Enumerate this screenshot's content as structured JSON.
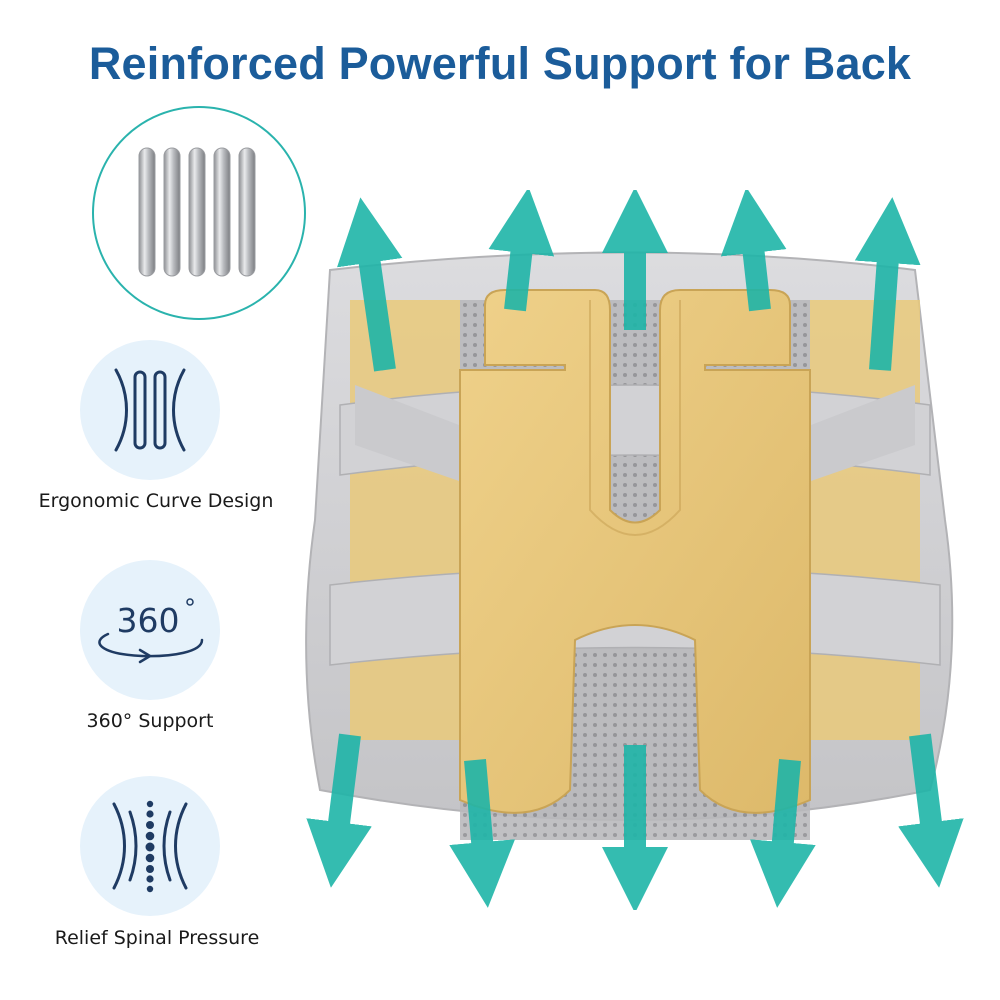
{
  "title": "Reinforced Powerful Support for Back",
  "features": [
    {
      "label": "Ergonomic Curve Design",
      "icon": "ergonomic-curve-icon"
    },
    {
      "label": "360° Support",
      "icon": "rotation-360-icon",
      "icon_text": "360"
    },
    {
      "label": "Relief Spinal Pressure",
      "icon": "spine-icon"
    }
  ],
  "stays_icon": "metal-stays-icon",
  "colors": {
    "title": "#1b5c9a",
    "accent_teal": "#1fb5a8",
    "pad_yellow": "#e9c97a",
    "belt_gray": "#cfcfd1",
    "icon_bg": "#e6f2fb",
    "icon_line": "#1f3b63"
  }
}
